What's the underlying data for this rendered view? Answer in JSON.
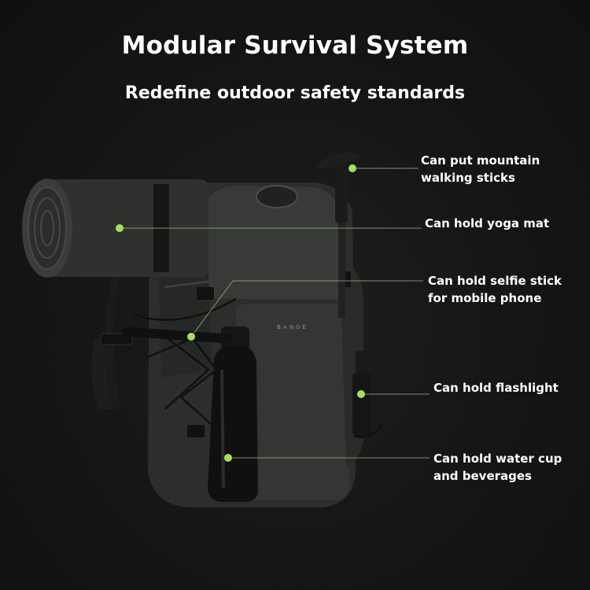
{
  "header": {
    "title": "Modular Survival System",
    "subtitle": "Redefine outdoor safety standards"
  },
  "product": {
    "brand_mark": "BANGE"
  },
  "callouts": [
    {
      "lines": [
        "Can put mountain",
        "walking sticks"
      ]
    },
    {
      "lines": [
        "Can hold yoga mat"
      ]
    },
    {
      "lines": [
        "Can hold selfie stick",
        "for mobile phone"
      ]
    },
    {
      "lines": [
        "Can hold flashlight"
      ]
    },
    {
      "lines": [
        "Can hold water cup",
        "and beverages"
      ]
    }
  ],
  "colors": {
    "background": "#141414",
    "text": "#ffffff",
    "leader_line": "#a7c48a",
    "marker_dot": "#a6e05a"
  }
}
